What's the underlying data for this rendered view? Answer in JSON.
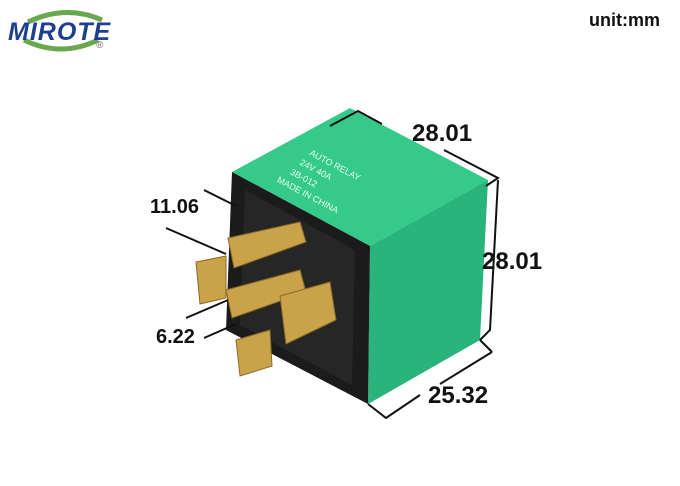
{
  "brand": {
    "name": "MIROTE",
    "registered_mark": "®",
    "colors": {
      "text": "#1d3f8f",
      "swoosh": "#6aa84f"
    }
  },
  "unit_label": "unit:mm",
  "product": {
    "label_lines": [
      "AUTO   RELAY",
      "24V  40A",
      "3B-012",
      "MADE IN CHINA"
    ],
    "body_color": "#2fbf80",
    "base_color": "#1a1a1a",
    "pin_color": "#c9a24a"
  },
  "dimensions": {
    "width": "28.01",
    "height": "28.01",
    "depth": "25.32",
    "pin_length": "11.06",
    "pin_width": "6.22"
  }
}
